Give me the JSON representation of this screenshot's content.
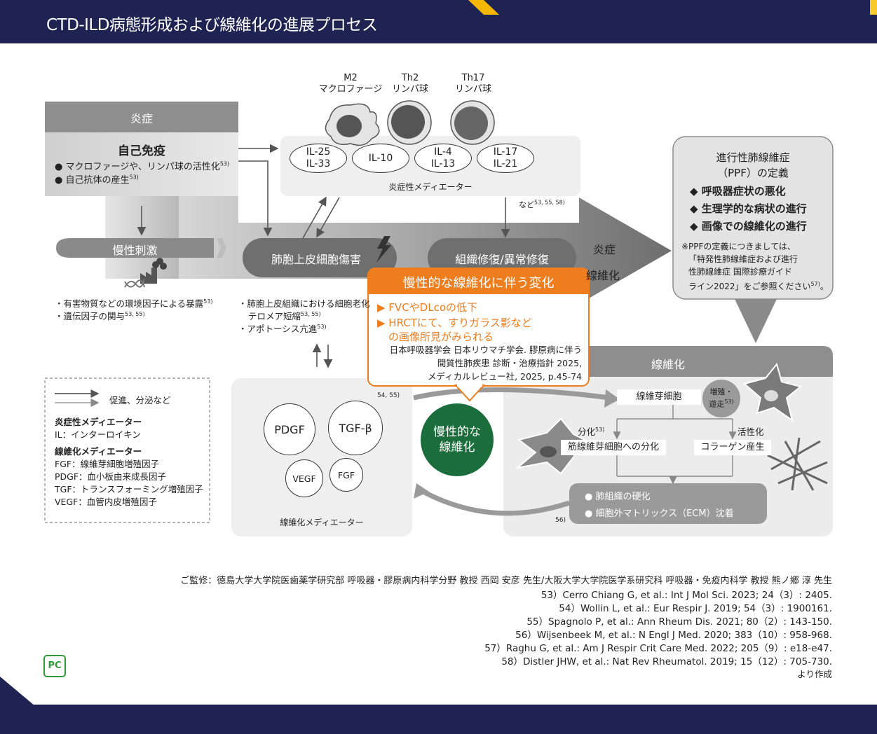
{
  "header": {
    "title": "CTD-ILD病態形成および線維化の進展プロセス"
  },
  "cells": {
    "m2": {
      "line1": "M2",
      "line2": "マクロファージ"
    },
    "th2": {
      "line1": "Th2",
      "line2": "リンパ球"
    },
    "th17": {
      "line1": "Th17",
      "line2": "リンパ球"
    }
  },
  "inflammation": {
    "header": "炎症",
    "title": "自己免疫",
    "bullet1": "● マクロファージや、リンパ球の活性化",
    "bullet1_ref": "53)",
    "bullet2": "● 自己抗体の産生",
    "bullet2_ref": "53)"
  },
  "mediators": {
    "il25": "IL-25",
    "il33": "IL-33",
    "il10": "IL-10",
    "il4": "IL-4",
    "il13": "IL-13",
    "il17": "IL-17",
    "il21": "IL-21",
    "label": "炎症性メディエーター",
    "etc": "など",
    "etc_ref": "53, 55, 58)"
  },
  "process": {
    "stimulus": "慢性刺激",
    "injury": "肺胞上皮細胞傷害",
    "repair": "組織修復/異常修復",
    "arrow_inflammation": "炎症",
    "arrow_fibrosis": "線維化"
  },
  "stimulus_notes": {
    "n1": "・有害物質などの環境因子による暴露",
    "n1_ref": "53)",
    "n2": "・遺伝因子の関与",
    "n2_ref": "53, 55)"
  },
  "injury_notes": {
    "n1a": "・肺胞上皮組織における細胞老化",
    "n1b": "テロメア短縮",
    "n1_ref": "53, 55)",
    "n2": "・アポトーシス亢進",
    "n2_ref": "53)"
  },
  "callout": {
    "title": "慢性的な線維化に伴う変化",
    "item1": "▶ FVCやDLcoの低下",
    "item2a": "▶ HRCTにて、すりガラス影など",
    "item2b": "の画像所見がみられる",
    "src1": "日本呼吸器学会 日本リウマチ学会. 膠原病に伴う",
    "src2": "間質性肺疾患 診断・治療指針 2025,",
    "src3": "メディカルレビュー社, 2025, p.45-74"
  },
  "ppf": {
    "title1": "進行性肺線維症",
    "title2": "（PPF）の定義",
    "item1": "◆ 呼吸器症状の悪化",
    "item2": "◆ 生理学的な病状の進行",
    "item3": "◆ 画像での線維化の進行",
    "note1": "※PPFの定義につきましては、",
    "note2": "「特発性肺線維症および進行",
    "note3": "性肺線維症 国際診療ガイド",
    "note4": "ライン2022」をご参照ください",
    "note_ref": "57)",
    "note_end": "。"
  },
  "legend": {
    "arrow_label": "促進、分泌など",
    "h1": "炎症性メディエーター",
    "il": "IL：インターロイキン",
    "h2": "線維化メディエーター",
    "fgf": "FGF：線維芽細胞増殖因子",
    "pdgf": "PDGF：血小板由来成長因子",
    "tgf": "TGF：トランスフォーミング増殖因子",
    "vegf": "VEGF：血管内皮増殖因子"
  },
  "fibro_mediators": {
    "pdgf": "PDGF",
    "tgf": "TGF-β",
    "vegf": "VEGF",
    "fgf": "FGF",
    "label": "線維化メディエーター",
    "ref": "54, 55)"
  },
  "center": {
    "line1": "慢性的な",
    "line2": "線維化"
  },
  "fibrosis": {
    "header": "線維化",
    "fibroblast": "線維芽細胞",
    "prolif1": "増殖・",
    "prolif2": "遊走",
    "prolif_ref": "53)",
    "diff_label": "分化",
    "diff_ref": "53)",
    "act_label": "活性化",
    "myofib": "筋線維芽細胞への分化",
    "collagen": "コラーゲン産生",
    "res1": "● 肺組織の硬化",
    "res2": "● 細胞外マトリックス（ECM）沈着",
    "ref": "56)"
  },
  "footer": {
    "supervision": "ご監修：徳島大学大学院医歯薬学研究部 呼吸器・膠原病内科学分野 教授 西岡 安彦 先生/大阪大学大学院医学系研究科 呼吸器・免疫内科学 教授 熊ノ郷 淳 先生",
    "ref53": "53）Cerro Chiang G, et al.: Int J Mol Sci. 2023; 24（3）: 2405.",
    "ref54": "54）Wollin L, et al.: Eur Respir J. 2019; 54（3）: 1900161.",
    "ref55": "55）Spagnolo P, et al.: Ann Rheum Dis. 2021; 80（2）: 143-150.",
    "ref56": "56）Wijsenbeek M, et al.: N Engl J Med. 2020; 383（10）: 958-968.",
    "ref57": "57）Raghu G, et al.: Am J Respir Crit Care Med. 2022; 205（9）: e18-e47.",
    "ref58": "58）Distler JHW, et al.: Nat Rev Rheumatol. 2019; 15（12）: 705-730.",
    "made": "より作成",
    "logo": "PC"
  },
  "colors": {
    "navy": "#1e2352",
    "orange": "#ee7d1e",
    "green": "#1b6e3b",
    "yellow": "#f5b700"
  }
}
